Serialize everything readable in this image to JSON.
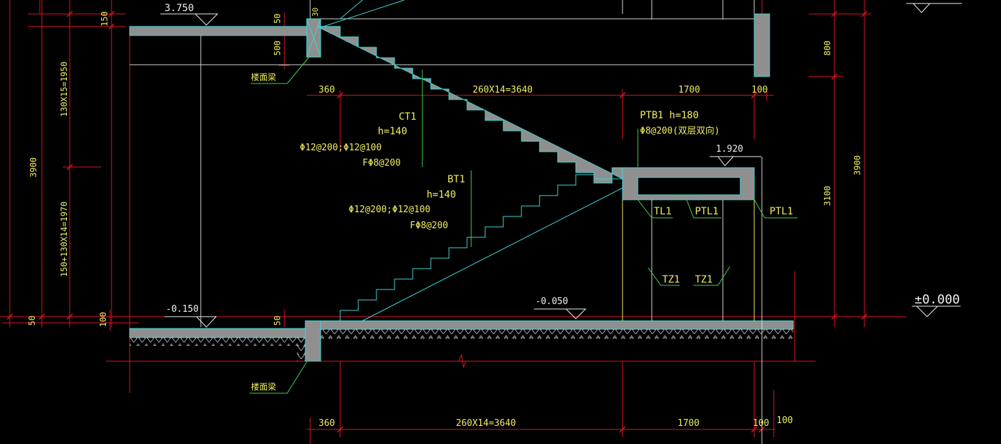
{
  "drawing": {
    "elevations": {
      "top_landing": "3.750",
      "mid_landing": "1.920",
      "floor_left": "-0.150",
      "floor_mid": "-0.050",
      "ground_zero": "±0.000"
    },
    "members": {
      "ct1": {
        "name": "CT1",
        "h": "h=140",
        "rebar_main": "Φ12@200;Φ12@100",
        "rebar_dist": "FΦ8@200"
      },
      "bt1": {
        "name": "BT1",
        "h": "h=140",
        "rebar_main": "Φ12@200;Φ12@100",
        "rebar_dist": "FΦ8@200"
      },
      "ptb1": {
        "title": "PTB1 h=180",
        "rebar": "Φ8@200(双层双向)"
      },
      "tl1": "TL1",
      "ptl1_a": "PTL1",
      "ptl1_b": "PTL1",
      "tz1_a": "TZ1",
      "tz1_b": "TZ1",
      "floor_beam_top": "楼面梁",
      "floor_beam_bottom": "楼面梁"
    },
    "dimensions": {
      "top_row": [
        "360",
        "260X14=3640",
        "1700",
        "100"
      ],
      "bottom_row": [
        "360",
        "260X14=3640",
        "1700",
        "100",
        "100"
      ],
      "left_vertical": [
        "150",
        "130X15=1950",
        "3900",
        "150+130X14=1970",
        "50",
        "100"
      ],
      "small_labels": [
        "50",
        "500",
        "30",
        "50"
      ],
      "right_vertical": [
        "800",
        "3100",
        "3900"
      ]
    }
  }
}
